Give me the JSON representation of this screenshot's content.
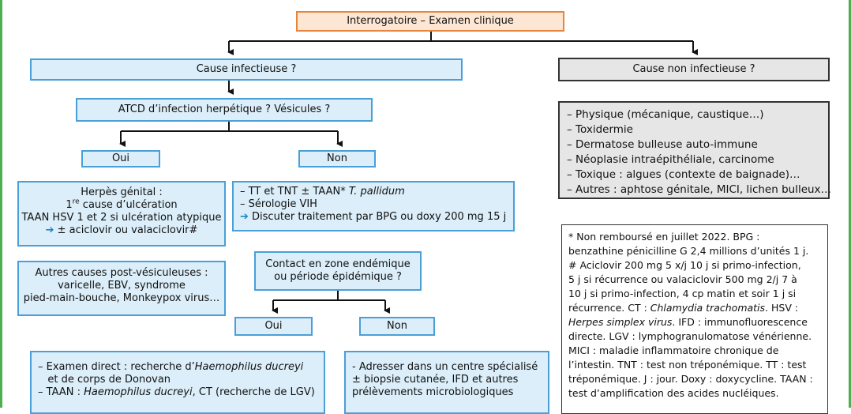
{
  "top": {
    "label": "Interrogatoire – Examen clinique"
  },
  "infectious": {
    "label": "Cause infectieuse ?",
    "question": "ATCD d’infection herpétique ? Vésicules ?",
    "oui": "Oui",
    "non": "Non",
    "herpes": {
      "line1": "Herpès génital :",
      "line2_num": "1",
      "line2_sup": "re",
      "line2_rest": " cause d’ulcération",
      "line3": "TAAN HSV 1 et 2 si ulcération atypique",
      "line4_arrow": "➔",
      "line4": " ± aciclovir ou valaciclovir#"
    },
    "post_vesicular": {
      "line1": "Autres causes post-vésiculeuses :",
      "line2": "varicelle, EBV, syndrome",
      "line3": "pied-main-bouche, Monkeypox virus…"
    },
    "non_box": {
      "line1_a": "– TT et TNT  ± TAAN* ",
      "line1_i": "T. pallidum",
      "line2": "– Sérologie VIH",
      "line3_arrow": "➔",
      "line3": " Discuter traitement par BPG ou doxy 200 mg 15 j"
    },
    "endemic": {
      "line1": "Contact en zone endémique",
      "line2": "ou période épidémique ?"
    },
    "oui2": "Oui",
    "non2": "Non",
    "bottom_left": {
      "line1_a": "– Examen direct : recherche d’",
      "line1_i": "Haemophilus ducreyi",
      "line2": "   et de corps de Donovan",
      "line3_a": "– TAAN : ",
      "line3_i": "Haemophilus ducreyi",
      "line3_b": ", CT (recherche de LGV)"
    },
    "bottom_right": {
      "line1": "- Adresser dans un centre spécialisé",
      "line2": "± biopsie cutanée, IFD et autres",
      "line3": "prélèvements microbiologiques"
    }
  },
  "non_infectious": {
    "label": "Cause non infectieuse ?",
    "items": [
      "– Physique (mécanique, caustique…)",
      "– Toxidermie",
      "– Dermatose bulleuse auto-immune",
      "– Néoplasie intraépithéliale, carcinome",
      "– Toxique : algues (contexte de baignade)…",
      "– Autres : aphtose génitale, MICI, lichen bulleux…"
    ]
  },
  "notes": {
    "l1": "* Non remboursé en juillet 2022. BPG :",
    "l2": "benzathine pénicilline G 2,4 millions d’unités 1 j.",
    "l3": "# Aciclovir 200 mg 5 x/j 10 j si primo-infection,",
    "l4": "5 j si récurrence ou valaciclovir 500 mg 2/j 7 à",
    "l5": "10 j si primo-infection, 4 cp matin et soir 1 j si",
    "l6_a": "récurrence. CT : ",
    "l6_i": "Chlamydia trachomatis",
    "l6_b": ". HSV :",
    "l7_i": "Herpes simplex virus",
    "l7_b": ". IFD : immunofluorescence",
    "l8": "directe. LGV : lymphogranulomatose vénérienne.",
    "l9": "MICI : maladie inflammatoire chronique de",
    "l10": "l’intestin. TNT : test non tréponémique. TT : test",
    "l11": "tréponémique. J : jour. Doxy : doxycycline. TAAN :",
    "l12": "test d’amplification des acides nucléiques."
  }
}
